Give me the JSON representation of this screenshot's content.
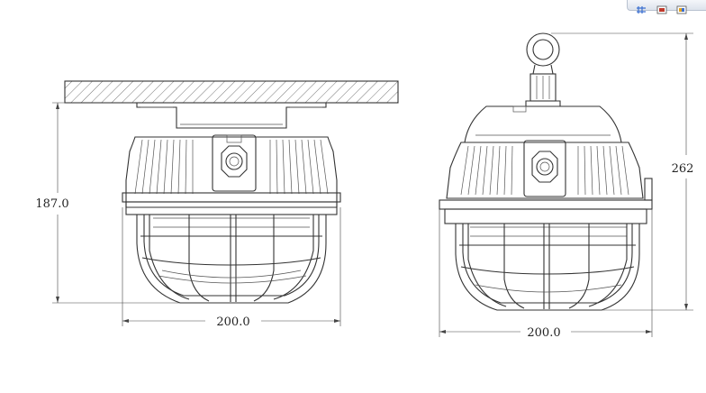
{
  "toolbar": {
    "icons": [
      "grid-tool-icon",
      "image-tool-icon",
      "color-tool-icon"
    ],
    "accent_colors": [
      "#3b6fd0",
      "#c0392b",
      "#e3a21a"
    ]
  },
  "left_view": {
    "width_label": "200.0",
    "height_label": "187.0"
  },
  "right_view": {
    "width_label": "200.0",
    "height_label": "262"
  }
}
